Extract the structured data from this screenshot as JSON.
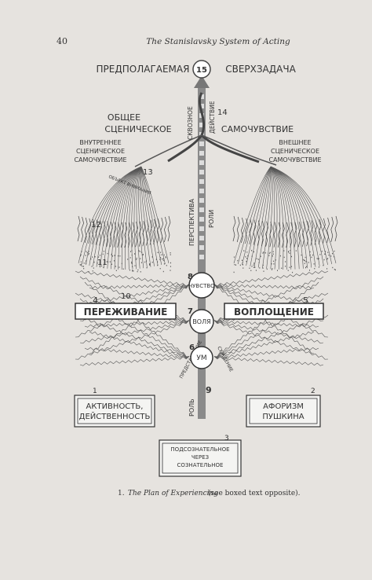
{
  "header": {
    "page_number": "40",
    "running_title": "The Stanislavsky System of Acting"
  },
  "diagram": {
    "top_left": "ПРЕДПОЛАГАЕМАЯ",
    "top_right": "СВЕРХЗАДАЧА",
    "obshchee": "ОБЩЕЕ",
    "stsenicheskoe": "СЦЕНИЧЕСКОЕ",
    "samochuvstvie": "САМОЧУВСТВИЕ",
    "inner_lines": [
      "ВНУТРЕННЕЕ",
      "СЦЕНИЧЕСКОЕ",
      "САМОЧУВСТВИЕ"
    ],
    "outer_lines": [
      "ВНЕШНЕЕ",
      "СЦЕНИЧЕСКОЕ",
      "САМОЧУВСТВИЕ"
    ],
    "through_action": [
      "СКВОЗНОЕ",
      "ДЕЙСТВИЕ"
    ],
    "perspective": [
      "ПЕРСПЕКТИВА",
      "РОЛИ"
    ],
    "rol": "РОЛЬ",
    "predstavlenie": "ПРЕДСТАВЛЕНИЕ",
    "suzhdenie": "СУЖДЕНИЕ",
    "strand_label": "ОБЪЕКТ ВНИМАНИЯ",
    "perezhivanie": "ПЕРЕЖИВАНИЕ",
    "voploshchenie": "ВОПЛОЩЕНИЕ",
    "circle_chuvstvo": "ЧУВСТВО",
    "circle_volya": "ВОЛЯ",
    "circle_um": "УМ",
    "box1": [
      "АКТИВНОСТЬ,",
      "ДЕЙСТВЕННОСТЬ"
    ],
    "box2": [
      "АФОРИЗМ",
      "ПУШКИНА"
    ],
    "box3": [
      "ПОДСОЗНАТЕЛЬНОЕ",
      "ЧЕРЕЗ",
      "СОЗНАТЕЛЬНОЕ"
    ],
    "numbers": [
      "1",
      "2",
      "3",
      "4",
      "5",
      "6",
      "7",
      "8",
      "9",
      "10",
      "11",
      "12",
      "13",
      "14",
      "15"
    ]
  },
  "caption": {
    "number": "1.",
    "title": "The Plan of Experiencing",
    "rest": "(see boxed text opposite)."
  }
}
